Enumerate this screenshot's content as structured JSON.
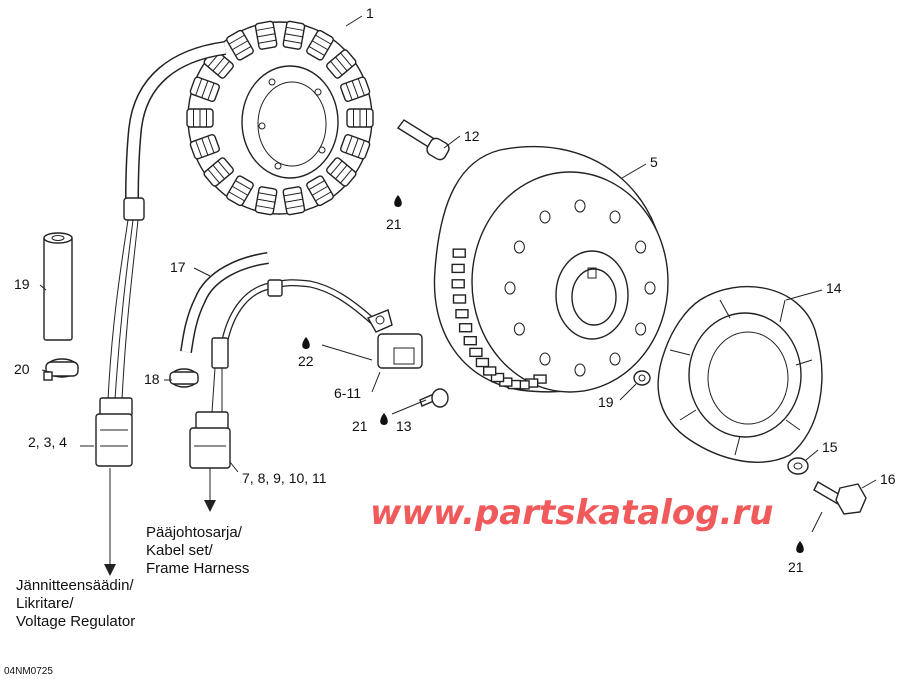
{
  "callouts": {
    "c1": "1",
    "c12": "12",
    "c21a": "21",
    "c5": "5",
    "c14": "14",
    "c19a": "19",
    "c20": "20",
    "c17": "17",
    "c18": "18",
    "c22": "22",
    "c6_11": "6-11",
    "c21b": "21",
    "c13": "13",
    "c19b": "19",
    "c15": "15",
    "c16": "16",
    "c21c": "21",
    "c2_3_4": "2, 3, 4",
    "c7_11": "7, 8, 9, 10, 11"
  },
  "destinations": {
    "frame_harness": [
      "Pääjohtosarja/",
      "Kabel set/",
      "Frame Harness"
    ],
    "voltage_regulator": [
      "Jännitteensäädin/",
      "Likritare/",
      "Voltage Regulator"
    ]
  },
  "watermark": "www.partskatalog.ru",
  "reference_code": "04NM0725",
  "colors": {
    "watermark": "#f05a5a",
    "line": "#222222"
  }
}
